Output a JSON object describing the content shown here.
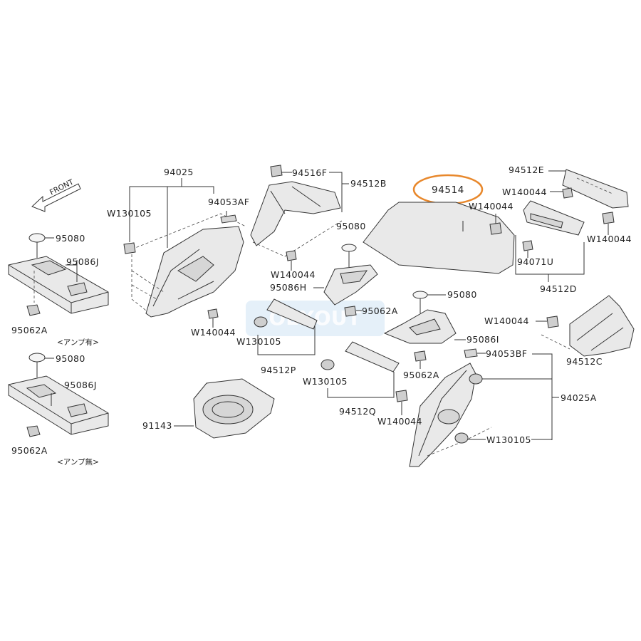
{
  "front_label": "FRONT",
  "highlight_color": "#e8882c",
  "watermark_text": "OEXOUT",
  "labels": {
    "p95080_a": "95080",
    "p95086J_a": "95086J",
    "p95062A_a": "95062A",
    "note_amp_with": "<アンプ有>",
    "p95080_b": "95080",
    "p95086J_b": "95086J",
    "p95062A_b": "95062A",
    "note_amp_without": "<アンプ無>",
    "p94025": "94025",
    "pW130105_a": "W130105",
    "p94053AF": "94053AF",
    "pW140044_a": "W140044",
    "p94516F": "94516F",
    "p94512B": "94512B",
    "pW140044_b": "W140044",
    "p95080_c": "95080",
    "p95086H": "95086H",
    "p95062A_c": "95062A",
    "pW130105_b": "W130105",
    "p94512P": "94512P",
    "p91143": "91143",
    "p94514": "94514",
    "p94512E": "94512E",
    "pW140044_c": "W140044",
    "pW140044_d": "W140044",
    "pW140044_e": "W140044",
    "p94071U": "94071U",
    "p94512D": "94512D",
    "p95080_d": "95080",
    "p95086I": "95086I",
    "p95062A_d": "95062A",
    "pW140044_f": "W140044",
    "p94512C": "94512C",
    "p94053BF": "94053BF",
    "p94025A": "94025A",
    "pW130105_c": "W130105",
    "pW130105_d": "W130105",
    "p94512Q": "94512Q",
    "pW140044_g": "W140044"
  }
}
